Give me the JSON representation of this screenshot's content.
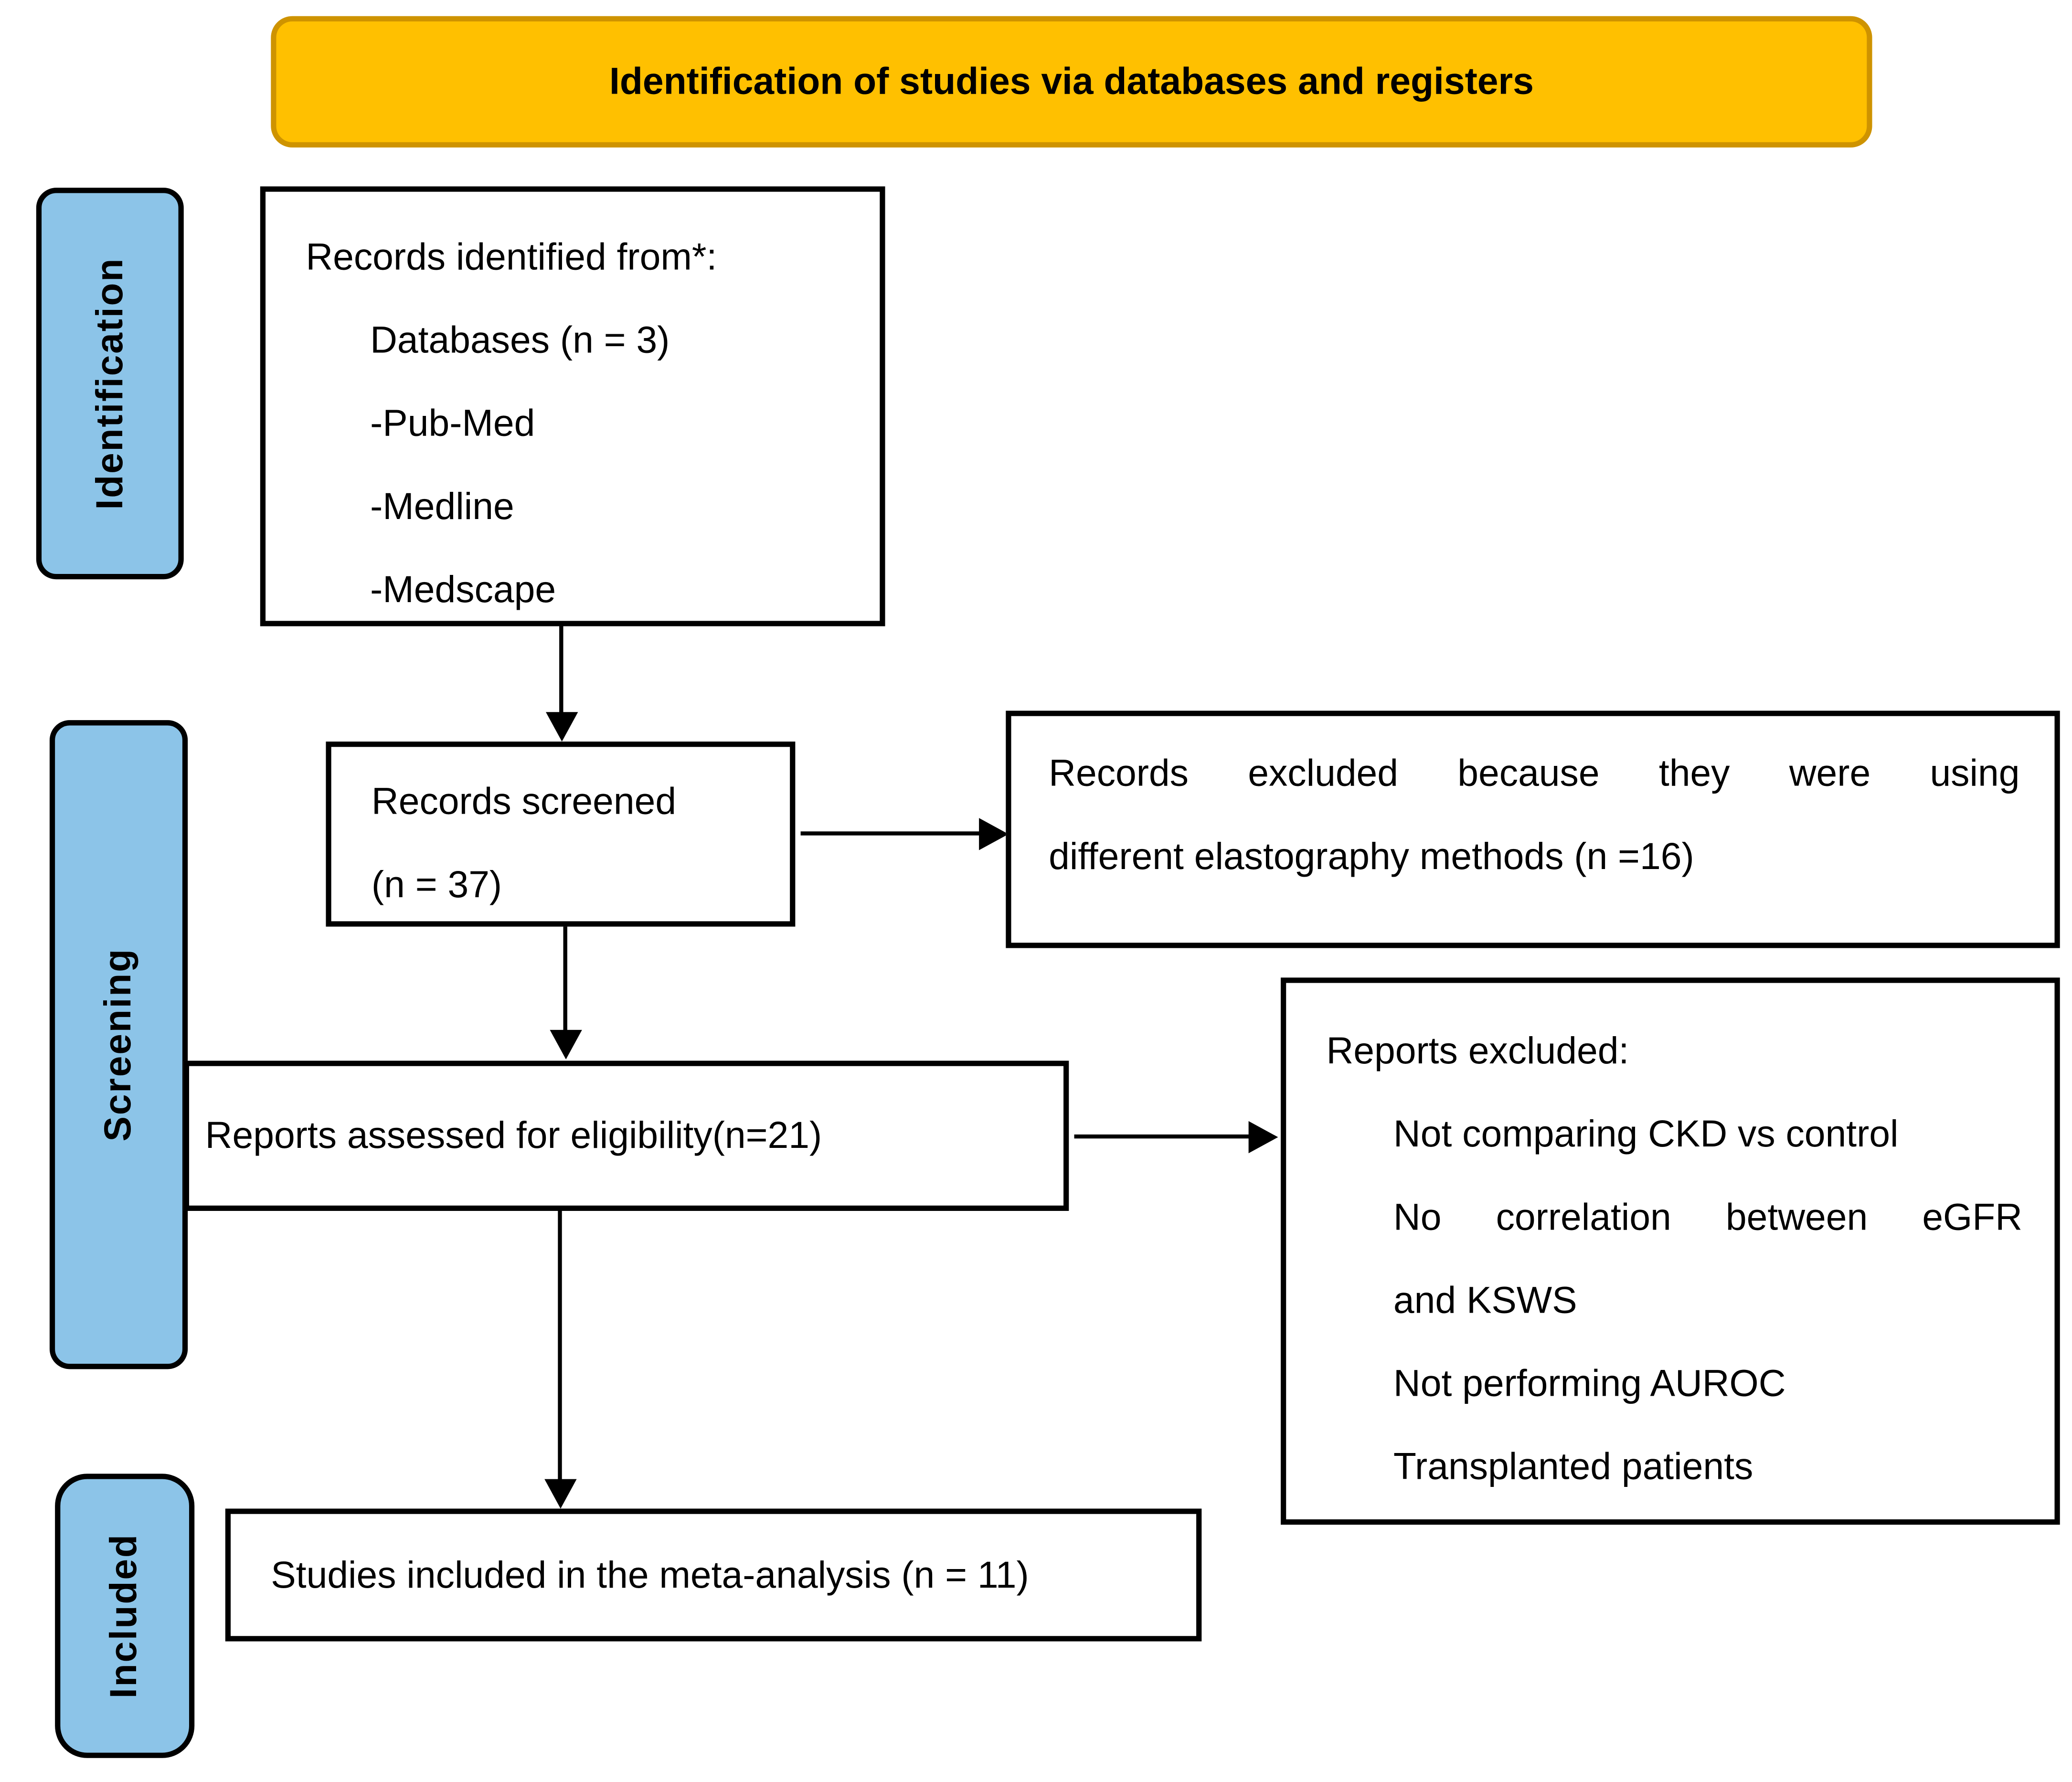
{
  "diagram": {
    "title_banner": "Identification of studies via databases and registers",
    "stages": [
      {
        "label": "Identification"
      },
      {
        "label": "Screening"
      },
      {
        "label": "Included"
      }
    ],
    "boxes": {
      "records_identified": {
        "lines": [
          "Records identified from*:",
          "Databases (n = 3)",
          "-Pub-Med",
          "-Medline",
          "-Medscape"
        ]
      },
      "records_screened": {
        "lines": [
          "Records screened",
          "(n = 37)"
        ]
      },
      "records_excluded": {
        "lines": [
          "Records excluded because they were using",
          "different elastography methods (n =16)"
        ]
      },
      "reports_assessed": {
        "text": "Reports assessed for eligibility(n=21)"
      },
      "reports_excluded": {
        "heading": "Reports excluded:",
        "items": [
          "Not comparing CKD vs control",
          "No correlation between eGFR",
          "and KSWS",
          "Not performing AUROC",
          "Transplanted patients"
        ]
      },
      "studies_included": {
        "text": "Studies included in the meta-analysis (n = 11)"
      }
    },
    "colors": {
      "banner_fill": "#FFC000",
      "banner_border": "#CE9300",
      "stage_fill": "#8CC4E8",
      "box_border": "#000000",
      "text": "#000000"
    }
  }
}
